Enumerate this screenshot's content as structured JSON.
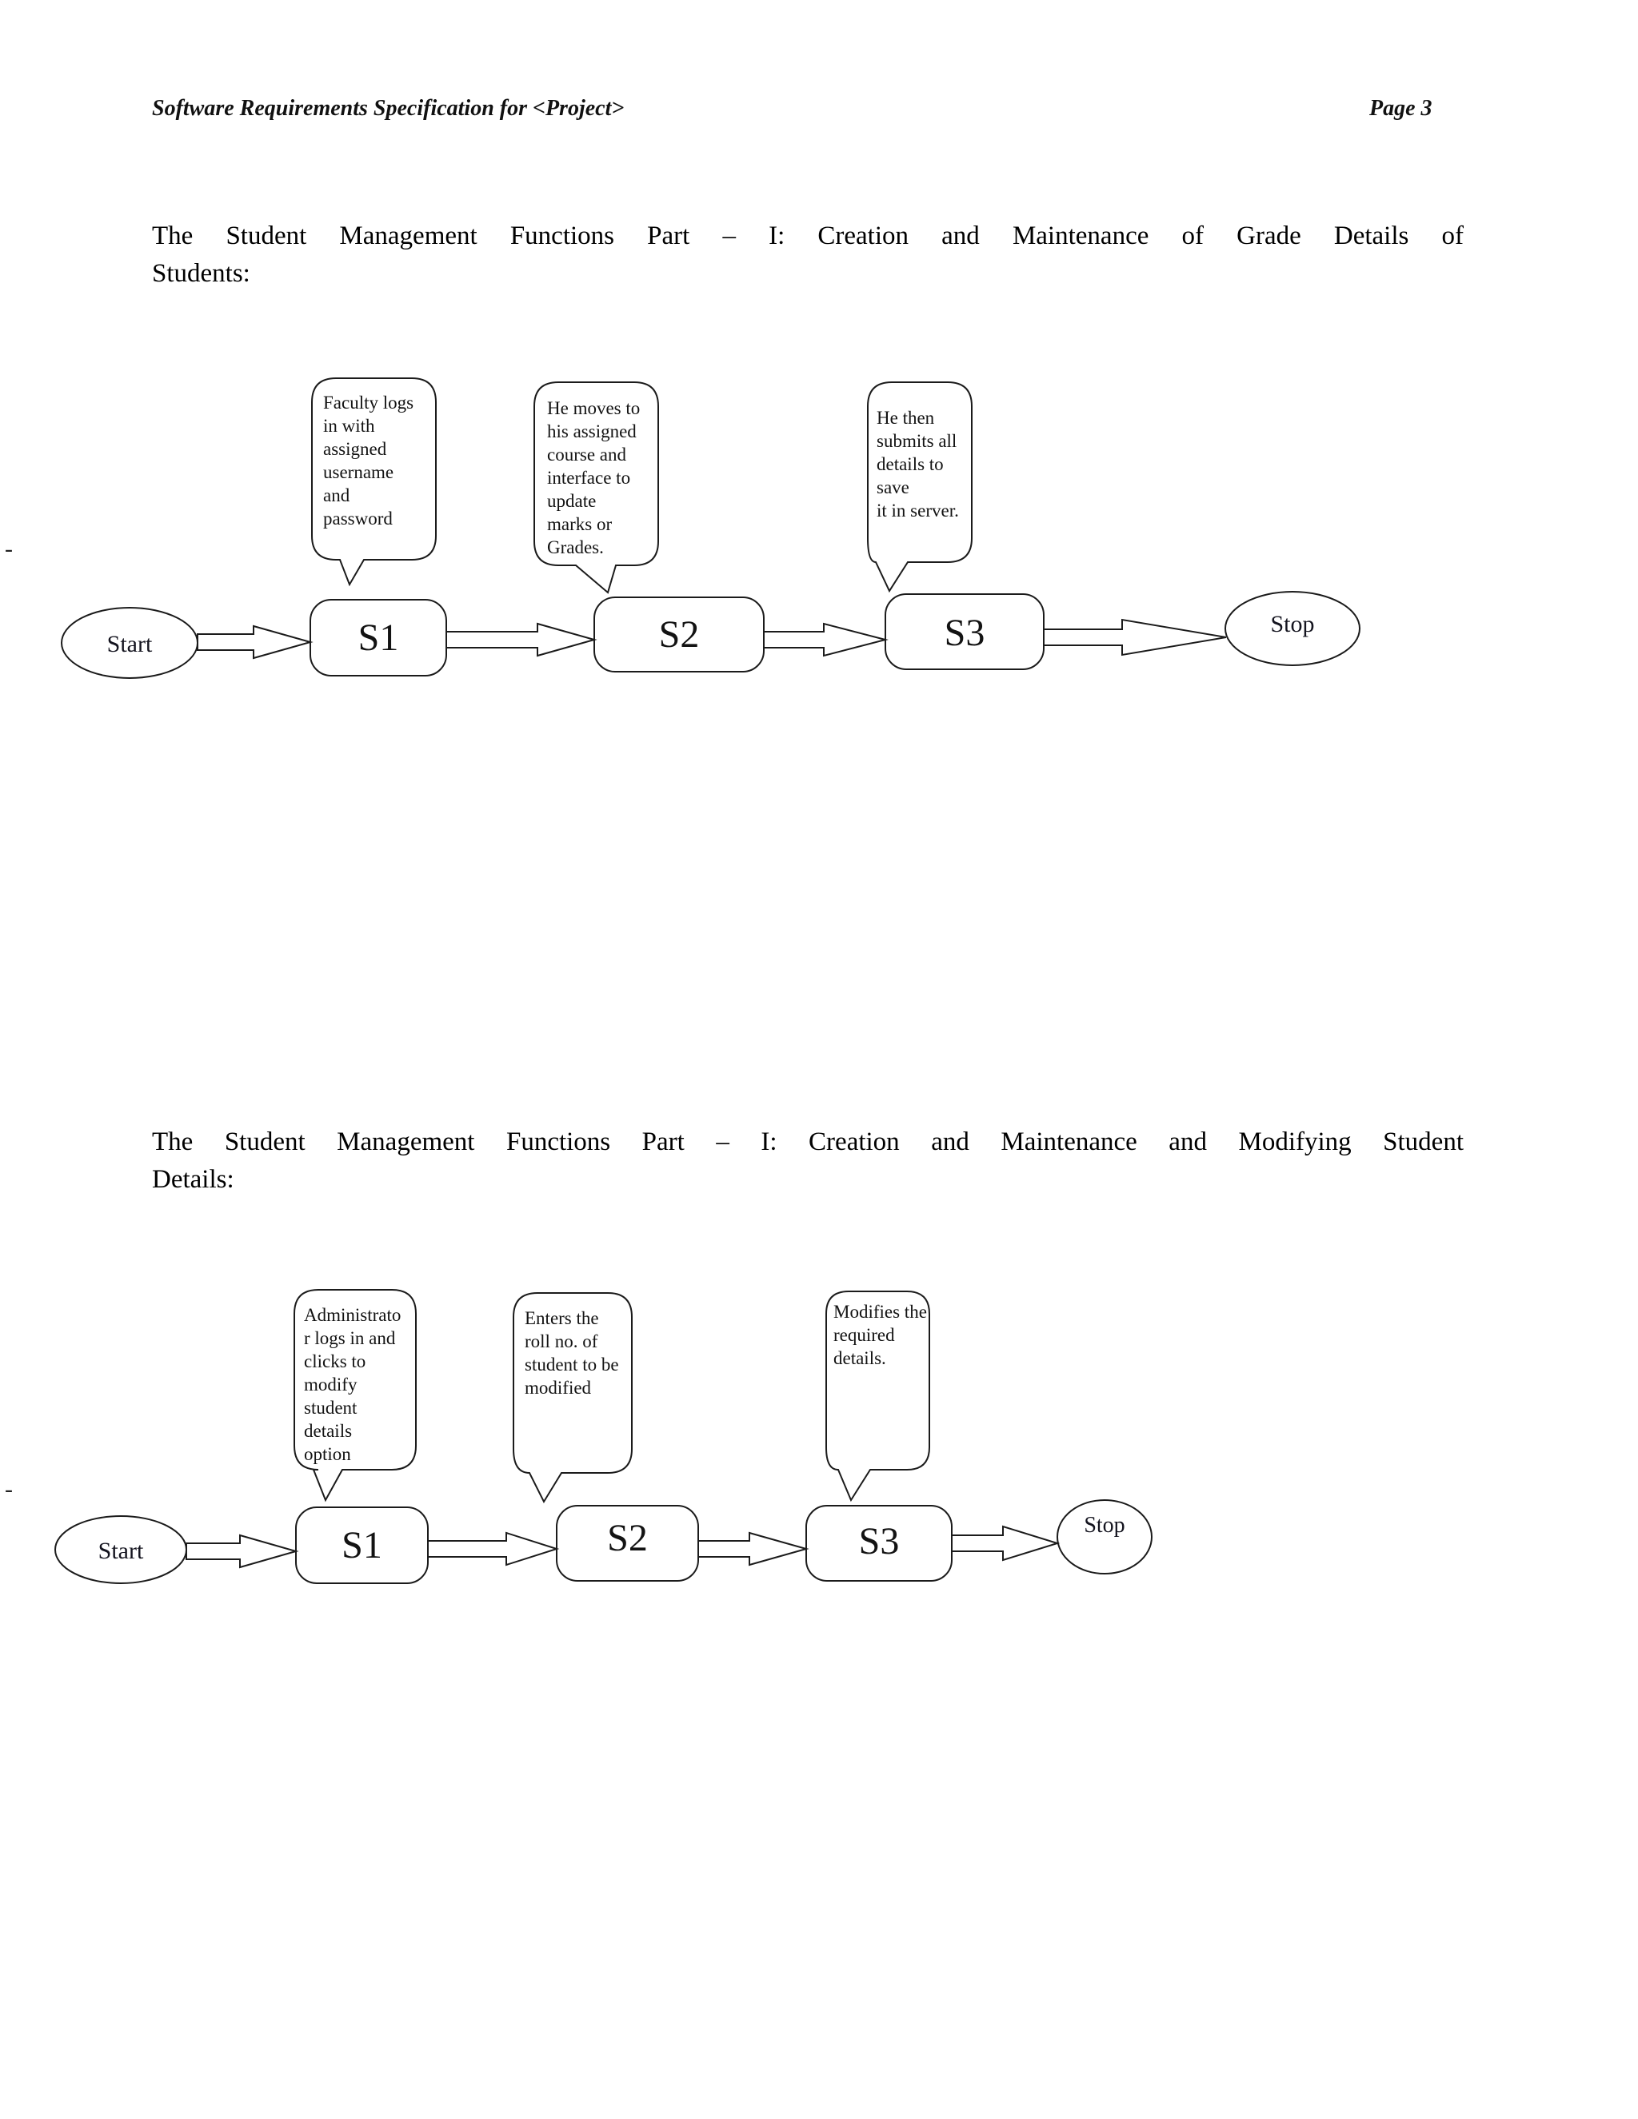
{
  "page": {
    "header": {
      "title": "Software Requirements Specification for <Project>",
      "page_label": "Page 3"
    },
    "margin_dash": "-"
  },
  "sections": [
    {
      "heading_lines": [
        "The Student Management Functions Part – I: Creation and Maintenance of Grade Details of",
        "Students:"
      ],
      "flowchart": {
        "start_label": "Start",
        "stop_label": "Stop",
        "steps": [
          {
            "label": "S1",
            "callout": "Faculty logs\nin with\nassigned\nusername\nand\npassword"
          },
          {
            "label": "S2",
            "callout": "He moves to\nhis assigned\ncourse and\ninterface to\nupdate\nmarks or\nGrades."
          },
          {
            "label": "S3",
            "callout": "He then\nsubmits all\ndetails to save\nit in server."
          }
        ]
      }
    },
    {
      "heading_lines": [
        "The Student Management Functions Part – I: Creation and Maintenance and Modifying Student",
        "Details:"
      ],
      "flowchart": {
        "start_label": "Start",
        "stop_label": "Stop",
        "steps": [
          {
            "label": "S1",
            "callout": "Administrato\nr logs in and\nclicks to\nmodify\nstudent\ndetails\noption"
          },
          {
            "label": "S2",
            "callout": "Enters the\nroll no. of\nstudent to be\nmodified"
          },
          {
            "label": "S3",
            "callout": "Modifies the\nrequired\ndetails."
          }
        ]
      }
    }
  ]
}
